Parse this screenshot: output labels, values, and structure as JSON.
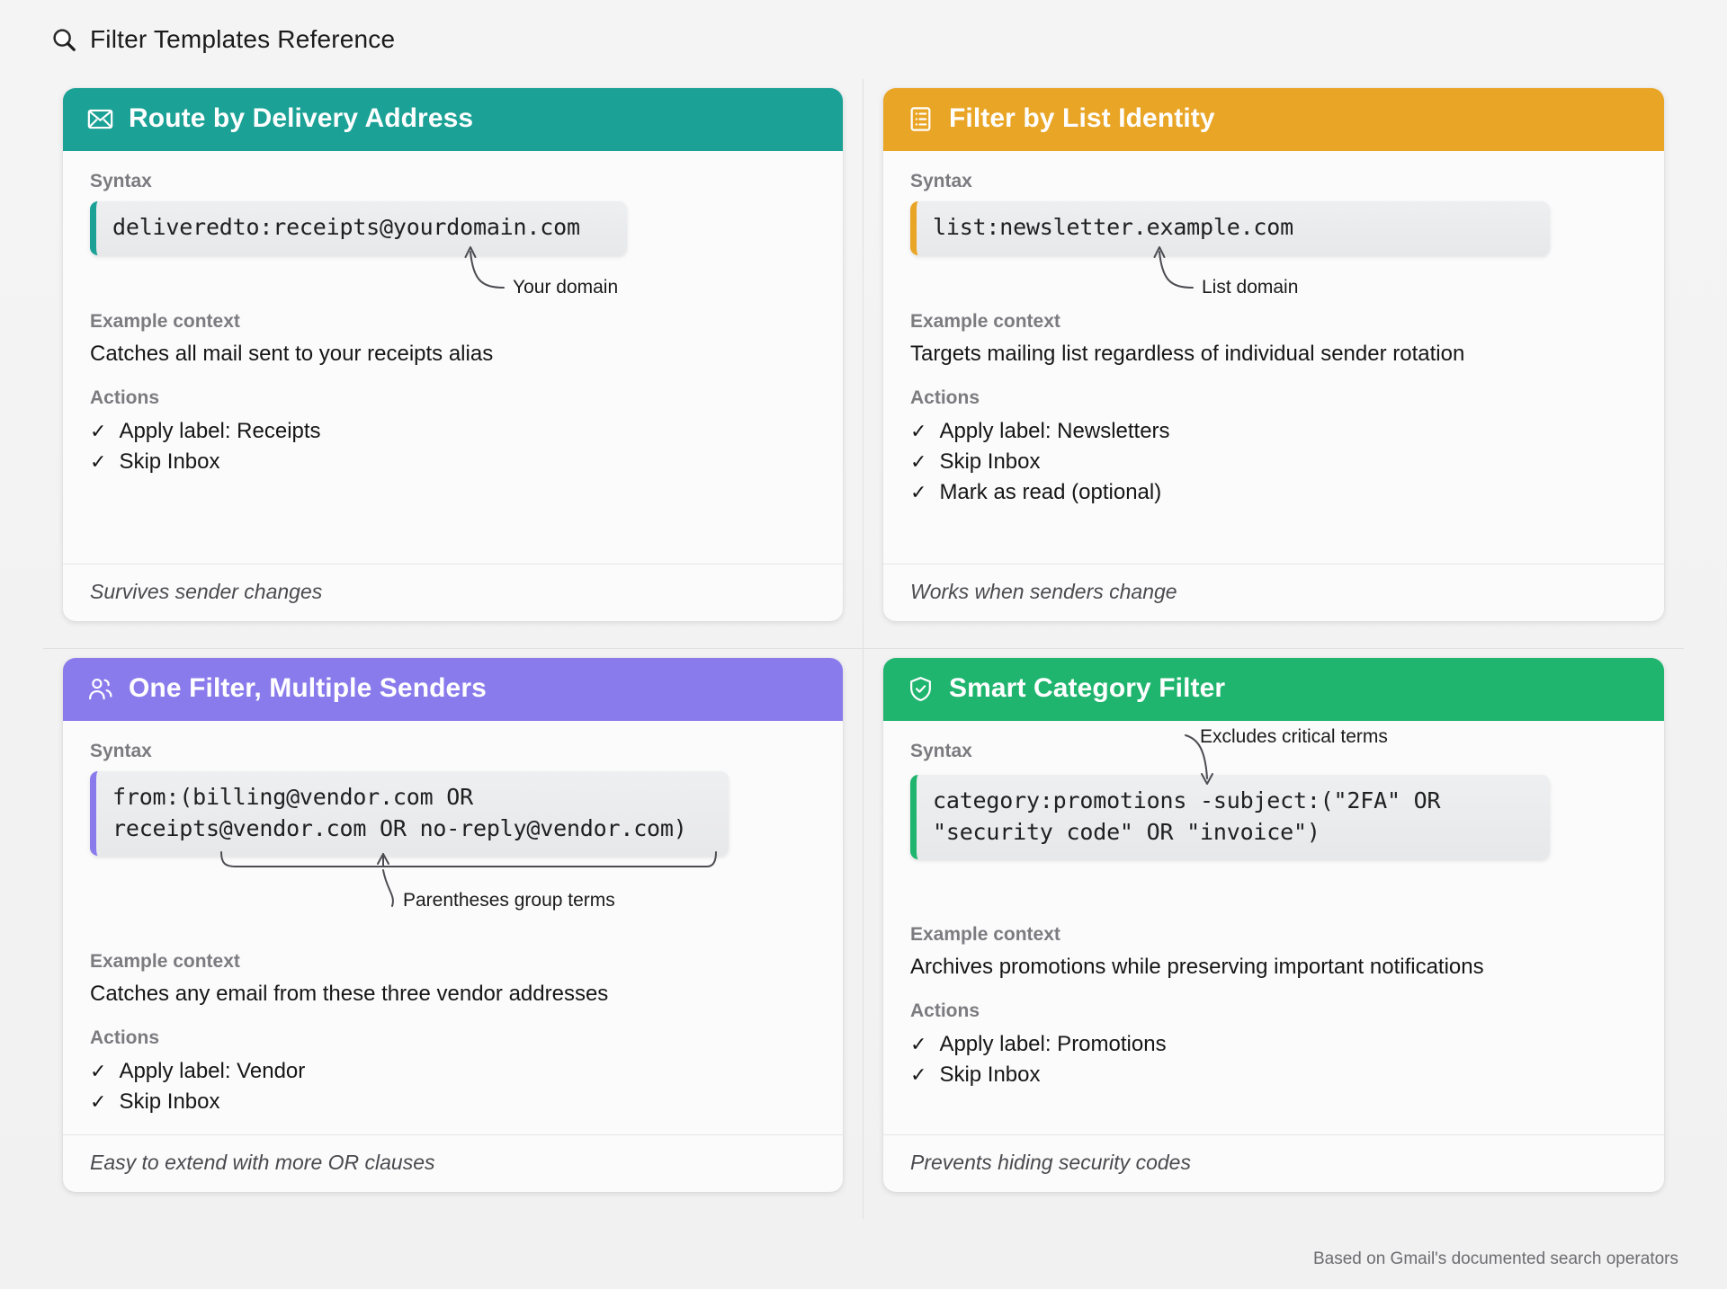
{
  "header": {
    "icon": "magnifier-icon",
    "title": "Filter Templates Reference"
  },
  "footnote": "Based on Gmail's documented search operators",
  "labels": {
    "syntax": "Syntax",
    "example_context": "Example context",
    "actions": "Actions",
    "check_glyph": "✓"
  },
  "cards": [
    {
      "id": "route-by-delivery-address",
      "title": "Route by Delivery Address",
      "icon": "envelope-icon",
      "accent": "#1ba195",
      "code": "deliveredto:receipts@yourdomain.com",
      "annotation": "Your domain",
      "example_context": "Catches all mail sent to your receipts alias",
      "actions": [
        "Apply label: Receipts",
        "Skip Inbox"
      ],
      "footer": "Survives sender changes"
    },
    {
      "id": "filter-by-list-identity",
      "title": "Filter by List Identity",
      "icon": "list-document-icon",
      "accent": "#e9a526",
      "code": "list:newsletter.example.com",
      "annotation": "List domain",
      "example_context": "Targets mailing list regardless of individual sender rotation",
      "actions": [
        "Apply label: Newsletters",
        "Skip Inbox",
        "Mark as read (optional)"
      ],
      "footer": "Works when senders change"
    },
    {
      "id": "one-filter-multiple-senders",
      "title": "One Filter, Multiple Senders",
      "icon": "users-icon",
      "accent": "#8a7bec",
      "code": "from:(billing@vendor.com OR\nreceipts@vendor.com OR no-reply@vendor.com)",
      "annotation": "Parentheses group terms",
      "example_context": "Catches any email from these three vendor addresses",
      "actions": [
        "Apply label: Vendor",
        "Skip Inbox"
      ],
      "footer": "Easy to extend with more OR clauses"
    },
    {
      "id": "smart-category-filter",
      "title": "Smart Category Filter",
      "icon": "shield-check-icon",
      "accent": "#20b56f",
      "code": "category:promotions -subject:(\"2FA\" OR\n\"security code\" OR \"invoice\")",
      "annotation": "Excludes critical terms",
      "example_context": "Archives promotions while preserving important notifications",
      "actions": [
        "Apply label: Promotions",
        "Skip Inbox"
      ],
      "footer": "Prevents hiding security codes"
    }
  ]
}
